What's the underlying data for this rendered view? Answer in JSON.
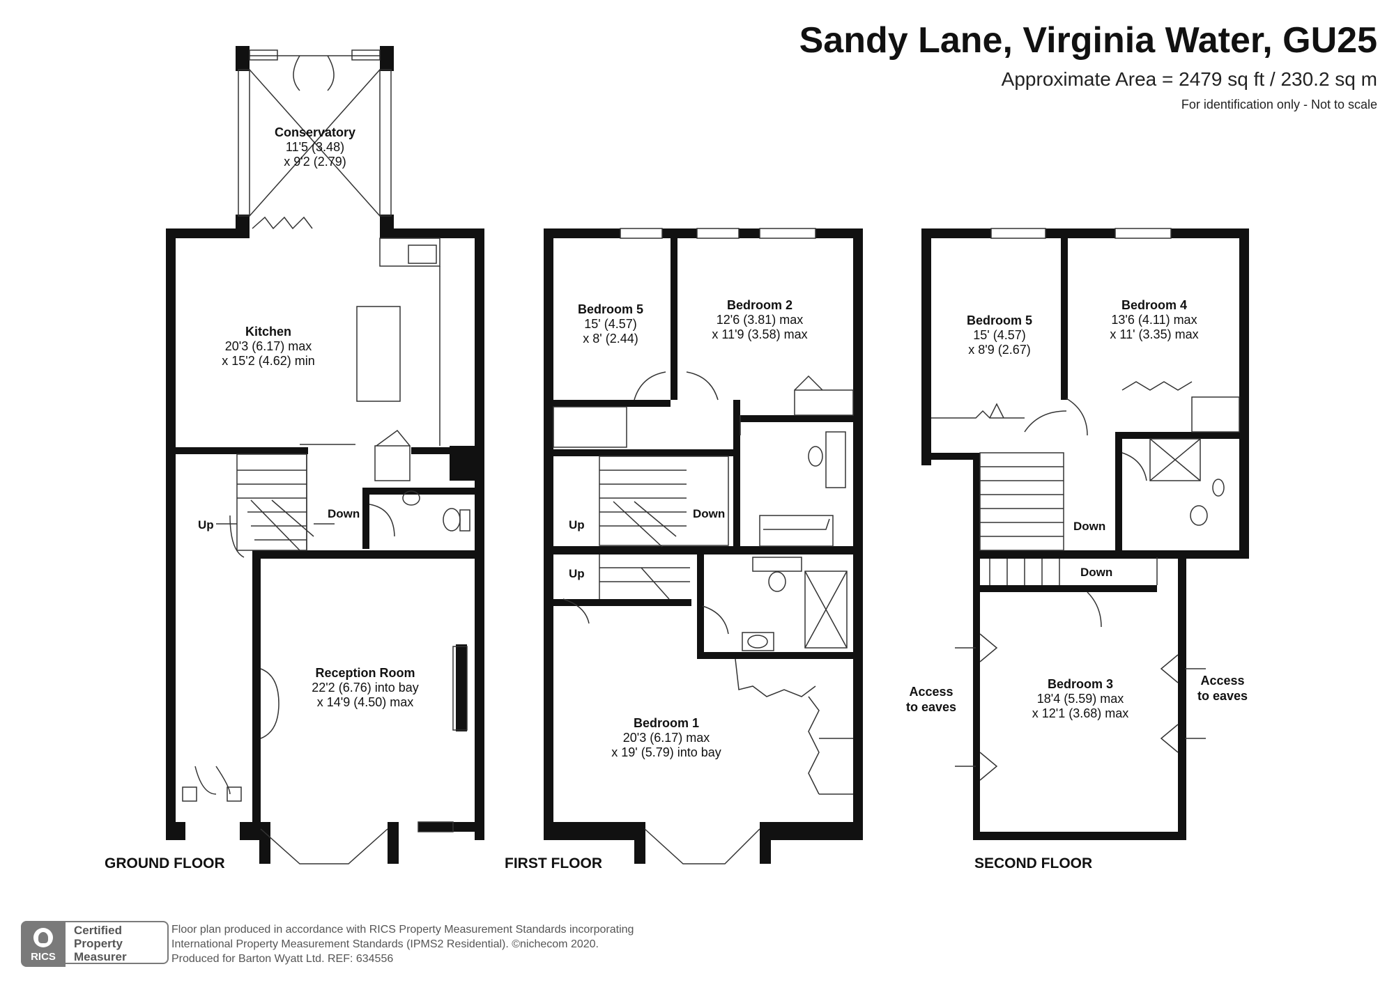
{
  "header": {
    "title": "Sandy Lane, Virginia Water, GU25",
    "area": "Approximate Area = 2479 sq ft / 230.2 sq m",
    "note": "For identification only - Not to scale"
  },
  "floors": {
    "ground": "GROUND FLOOR",
    "first": "FIRST FLOOR",
    "second": "SECOND FLOOR"
  },
  "rooms": {
    "conservatory": {
      "name": "Conservatory",
      "dim1": "11'5 (3.48)",
      "dim2": "x 9'2 (2.79)"
    },
    "kitchen": {
      "name": "Kitchen",
      "dim1": "20'3 (6.17) max",
      "dim2": "x 15'2 (4.62) min"
    },
    "reception": {
      "name": "Reception Room",
      "dim1": "22'2 (6.76) into bay",
      "dim2": "x 14'9 (4.50) max"
    },
    "bedroom5_first": {
      "name": "Bedroom 5",
      "dim1": "15' (4.57)",
      "dim2": "x 8' (2.44)"
    },
    "bedroom2": {
      "name": "Bedroom 2",
      "dim1": "12'6 (3.81) max",
      "dim2": "x 11'9 (3.58) max"
    },
    "bedroom1": {
      "name": "Bedroom 1",
      "dim1": "20'3 (6.17) max",
      "dim2": "x 19' (5.79) into bay"
    },
    "bedroom5_second": {
      "name": "Bedroom 5",
      "dim1": "15' (4.57)",
      "dim2": "x 8'9 (2.67)"
    },
    "bedroom4": {
      "name": "Bedroom 4",
      "dim1": "13'6 (4.11) max",
      "dim2": "x 11' (3.35) max"
    },
    "bedroom3": {
      "name": "Bedroom 3",
      "dim1": "18'4 (5.59) max",
      "dim2": "x 12'1 (3.68) max"
    }
  },
  "stairs": {
    "up": "Up",
    "down": "Down"
  },
  "eaves": {
    "line1": "Access",
    "line2": "to eaves"
  },
  "footer": {
    "line1": "Floor plan produced in accordance with RICS Property Measurement Standards incorporating",
    "line2": "International Property Measurement Standards (IPMS2 Residential).   ©nichecom 2020.",
    "line3": "Produced for Barton Wyatt Ltd.   REF:  634556",
    "badge_text": "RICS",
    "cert1": "Certified",
    "cert2": "Property",
    "cert3": "Measurer"
  }
}
